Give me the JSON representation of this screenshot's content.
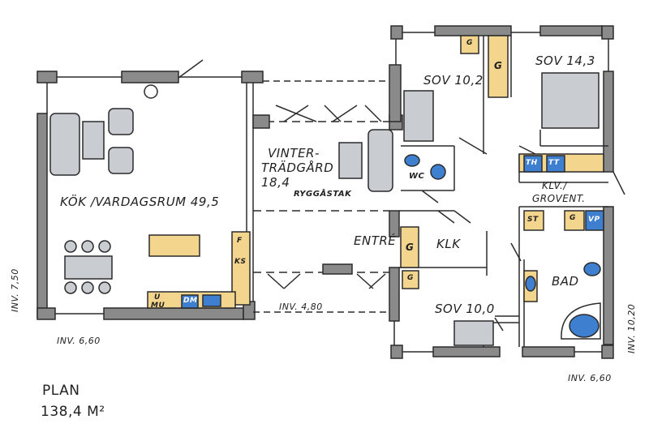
{
  "rooms": {
    "kok": "KÖK /VARDAGSRUM 49,5",
    "vinter_1": "VINTER-",
    "vinter_2": "TRÄDGÅRD",
    "vinter_3": "18,4",
    "rygg": "RYGGÅSTAK",
    "sov102": "SOV 10,2",
    "sov143": "SOV 14,3",
    "wc": "WC",
    "klv1": "KLV./",
    "klv2": "GROVENT.",
    "entre": "ENTRÉ",
    "klk": "KLK",
    "bad": "BAD",
    "sov100": "SOV 10,0"
  },
  "fixtures": {
    "g": "G",
    "f": "F",
    "ks": "KS",
    "u": "U",
    "mu": "MU",
    "dm": "DM",
    "th": "TH",
    "tt": "TT",
    "st": "ST",
    "vp": "VP"
  },
  "dimensions": {
    "left_height": "INV. 7,50",
    "left_width": "INV. 6,60",
    "middle_width": "INV. 4,80",
    "right_width": "INV. 6,60",
    "right_height": "INV. 10,20"
  },
  "plan": {
    "title": "PLAN",
    "area": "138,4 M²"
  },
  "colors": {
    "wall": "#8a8a8a",
    "wall_dark": "#333333",
    "cabinet": "#f4d58d",
    "fixture_blue": "#3f7fd0",
    "furniture": "#c9cdd2",
    "line": "#2b2b2b"
  }
}
